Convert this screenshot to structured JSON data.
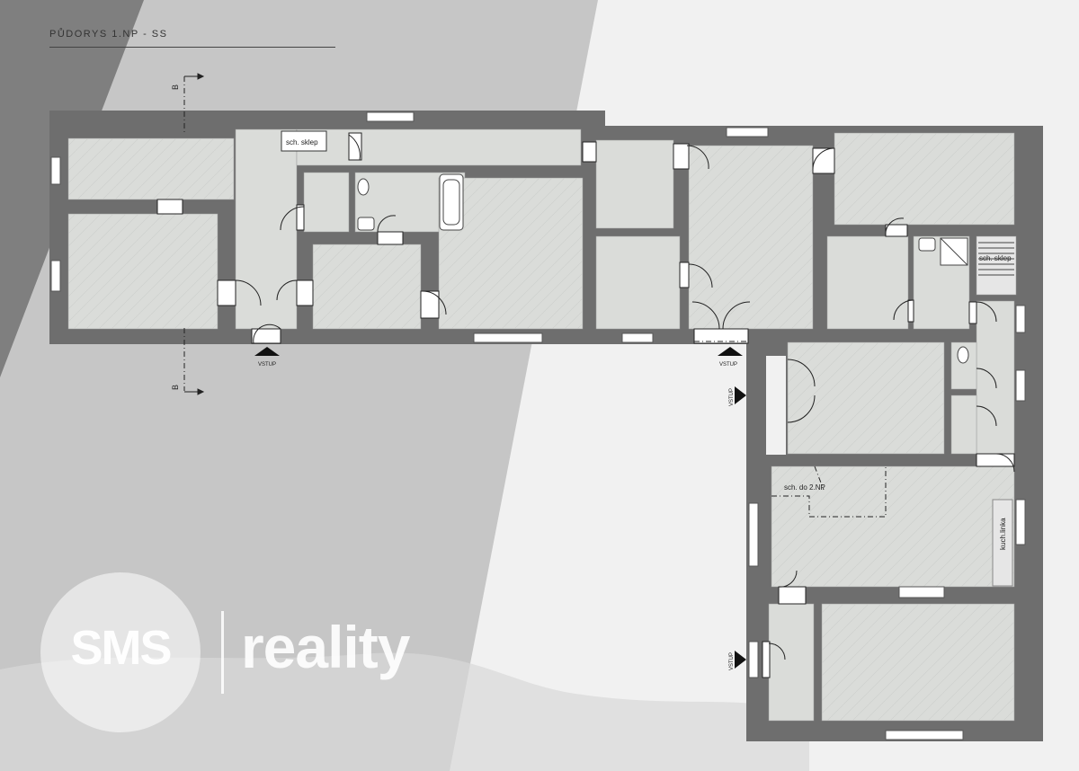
{
  "title": "PŮDORYS 1.NP - SS",
  "labels": {
    "sch_sklep_1": "sch. sklep",
    "sch_sklep_2": "sch. sklep",
    "sch_do_2np": "sch. do 2.NP",
    "kuch_linka": "kuch.linka",
    "vstup_1": "VSTUP",
    "vstup_2": "VSTUP",
    "vstup_3": "VSTUP",
    "vstup_4": "VSTUP",
    "section_top": "B",
    "section_bottom": "B"
  },
  "logo": {
    "brand": "SMS",
    "word": "reality"
  },
  "colors": {
    "wall": "#6e6e6e",
    "floor": "#d9dbd8",
    "background": "#f2f2f2",
    "dark_band": "#7d7d7d",
    "mid_band": "#c4c4c4"
  }
}
